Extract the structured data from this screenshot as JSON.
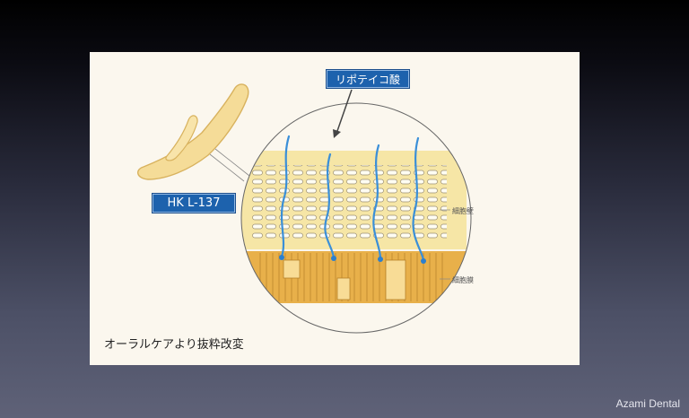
{
  "labels": {
    "top": "リポテイコ酸",
    "strain": "HK L-137",
    "wall": "細胞壁",
    "membrane": "細胞膜"
  },
  "source_note": "オーラルケアより抜粋改変",
  "author": "Azami Dental",
  "colors": {
    "label_bg": "#1d62ad",
    "fiber": "#3a8fd8",
    "wall_fill": "#f6e6a6",
    "membrane_fill": "#e8b04a",
    "panel_bg": "#fbf7ee"
  }
}
